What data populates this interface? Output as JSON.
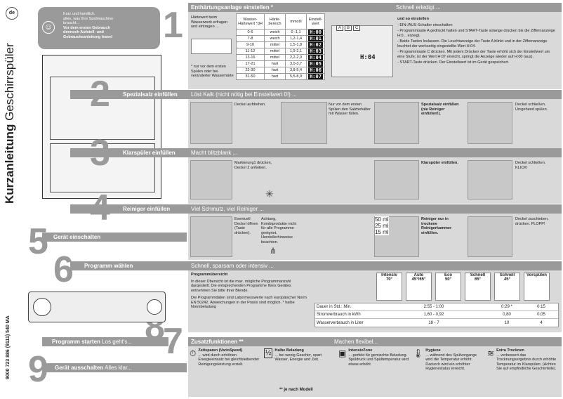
{
  "side": {
    "de": "de",
    "title_bold": "Kurzanleitung",
    "title_light": " Geschirrspüler",
    "code": "9000 723 886 (9111) 540 MA"
  },
  "intro": {
    "l1": "Kurz und handlich:",
    "l2": "alles, was Ihre Spülmaschine",
    "l3": "braucht...",
    "l4": "Vor dem ersten Gebrauch",
    "l5": "dennoch Aufstell- und",
    "l6": "Gebrauchsanleitung lesen!"
  },
  "steps": {
    "n1": "1",
    "n2": "2",
    "n3": "3",
    "n4": "4",
    "n5": "5",
    "n6": "6",
    "n7": "7",
    "n8": "8",
    "n9": "9"
  },
  "s1": {
    "title": "Enthärtungsanlage einstellen *",
    "right": "Schnell erledigt ...",
    "desc": "Härtewert beim Wasserwerk erfragen und eintragen ...",
    "note": "* nur vor dem ersten Spülen oder bei veränderter Wasserhärte",
    "headers": [
      "Wasser-Härtewert °dH",
      "Härte-bereich",
      "mmol/l",
      "Einstell-wert"
    ],
    "rows": [
      [
        "0-6",
        "weich",
        "0 -1,1",
        "H:00"
      ],
      [
        "7-8",
        "weich",
        "1,2-1,4",
        "H:01"
      ],
      [
        "9-10",
        "mittel",
        "1,5-1,8",
        "H:02"
      ],
      [
        "11-12",
        "mittel",
        "1,9-2,1",
        "H:03"
      ],
      [
        "13-16",
        "mittel",
        "2,2-2,9",
        "H:04"
      ],
      [
        "17-21",
        "hart",
        "3,0-3,7",
        "H:05"
      ],
      [
        "22-30",
        "hart",
        "3,8-5,4",
        "H:06"
      ],
      [
        "31-50",
        "hart",
        "5,5-8,9",
        "H:07"
      ]
    ],
    "abc": [
      "A",
      "B",
      "C"
    ],
    "display": "H:04",
    "inst_title": "und so einstellen",
    "inst": [
      "- EIN-/AUS-Schalter einschalten",
      "- Programmtaste A gedrückt halten und START-Taste solange drücken bis die Ziffernanzeige H:0... erzeigt.",
      "- Beide Tasten loslassen. Die Leuchtanzeige der Taste A blinkt und in der Ziffernanzeige leuchtet der werkseitig eingestellte Wert H:04.",
      "- Programmtaste C drücken. Mit jedem Drücken der Taste erhöht sich der Einstellwert um eine Stufe; ist der Wert H:07 erreicht, springt die Anzeige wieder auf H:00 (aus).",
      "- START-Taste drücken. Der Einstellwert ist im Gerät gespeichert."
    ]
  },
  "s2": {
    "title": "Spezialsalz einfüllen",
    "sub": "Löst Kalk (nicht nötig bei Einstellwert 0!) ...",
    "t1": "Deckel aufdrehen.",
    "t2": "Nur vor dem ersten Spülen den Salzbehälter mit Wasser füllen.",
    "t3": "Spezialsalz einfüllen (nie Reiniger einfüllen!).",
    "t4": "Deckel schließen. Umgehend spülen."
  },
  "s3": {
    "title": "Klarspüler einfüllen",
    "sub": "Macht blitzblank ...",
    "t1": "Markierung1 drücken, Deckel 2 anheben.",
    "t2": "Klarspüler einfüllen.",
    "t3": "Deckel schließen. KLICK!"
  },
  "s4": {
    "title": "Reiniger einfüllen",
    "sub": "Viel Schmutz, viel Reiniger ...",
    "t1": "Eventuell Deckel öffnen (Taste drücken).",
    "t2": "Achtung, Kombiprodukte nicht für alle Programme geeignet, Herstellerhinweise beachten.",
    "t3": "Reiniger nur in trockene Reinigerkammer einfüllen.",
    "t4": "Deckel zuschieben, drücken. PLOPP!",
    "ml": [
      "50 ml",
      "25 ml",
      "15 ml"
    ]
  },
  "s5": {
    "title": "Gerät einschalten"
  },
  "s6": {
    "title": "Programm wählen",
    "sub": "Schnell, sparsam oder intensiv ...",
    "ov_title": "Programmübersicht",
    "ov1": "In dieser Übersicht ist die max. mögliche Programmanzahl dargestellt. Die entsprechenden Programme Ihres Gerätes entnehmen Sie bitte Ihrer Blende.",
    "ov2": "Die Programmdaten sind Labormesswerte nach europäischer Norm EN 50242. Abweichungen in der Praxis sind möglich. * halbe Normbeladung",
    "progs": [
      {
        "n": "Intensiv",
        "t": "70°"
      },
      {
        "n": "Auto",
        "t": "45°/65°"
      },
      {
        "n": "Eco",
        "t": "50°"
      },
      {
        "n": "Schnell",
        "t": "65°"
      },
      {
        "n": "Schnell",
        "t": "45°"
      },
      {
        "n": "Vorspülen",
        "t": ""
      }
    ],
    "rows": [
      {
        "l": "Dauer in Std.: Min.",
        "a": "2:55 - 1:00",
        "b": "0:29 *",
        "c": "0:15"
      },
      {
        "l": "Stromverbrauch in kWh",
        "a": "1,60 - 0,92",
        "b": "0,80",
        "c": "0,05"
      },
      {
        "l": "Wasserverbrauch in Liter",
        "a": "18 - 7",
        "b": "10",
        "c": "4"
      }
    ]
  },
  "s7": {
    "title": "Zusatzfunktionen **",
    "right": "Machen flexibel...",
    "note": "** je nach  Modell",
    "f": [
      {
        "h": "Zeitsparen (VarioSpeed)",
        "t": "... wird durch erhöhten Energieeinsatz bei gleichbleibender Reinigungsleistung erzielt."
      },
      {
        "h": "Halbe Beladung",
        "t": "... bei wenig Geschirr, spart Wasser, Energie und Zeit."
      },
      {
        "h": "IntensivZone",
        "t": "... perfekt für gemischte Beladung. Spüldruck und Spültemperatur wird etwas erhöht."
      },
      {
        "h": "Hygiene",
        "t": "... während des Spülvorgangs wird die Temperatur erhöht. Dadurch wird ein erhöhter Hygienestatus erreicht."
      },
      {
        "h": "Extra Trocknen",
        "t": "... verbessert das Trocknungsergebnis durch erhöhte Temperatur im Klarspülen. (Achten Sie auf empfindliche Geschirrteile)."
      }
    ]
  },
  "s8": {
    "title": "Programm starten",
    "sub": " Los geht's..."
  },
  "s9": {
    "title": "Gerät ausschalten",
    "sub": " Alles klar..."
  }
}
